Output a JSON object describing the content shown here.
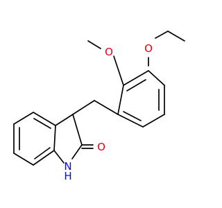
{
  "molecule": {
    "atoms": [
      {
        "id": "O1",
        "element": "O",
        "label": "O",
        "color": "#e8000b"
      },
      {
        "id": "O2",
        "element": "O",
        "label": "O",
        "color": "#e8000b"
      },
      {
        "id": "O3",
        "element": "O",
        "label": "O",
        "color": "#e8000b"
      },
      {
        "id": "N1",
        "element": "N",
        "label": "N",
        "color": "#0a0ae6"
      },
      {
        "id": "H1",
        "element": "H",
        "label": "H",
        "color": "#0a0ae6"
      }
    ],
    "colors": {
      "bond": "#000000",
      "oxygen": "#e8000b",
      "nitrogen": "#0a0ae6",
      "background": "#ffffff"
    }
  }
}
